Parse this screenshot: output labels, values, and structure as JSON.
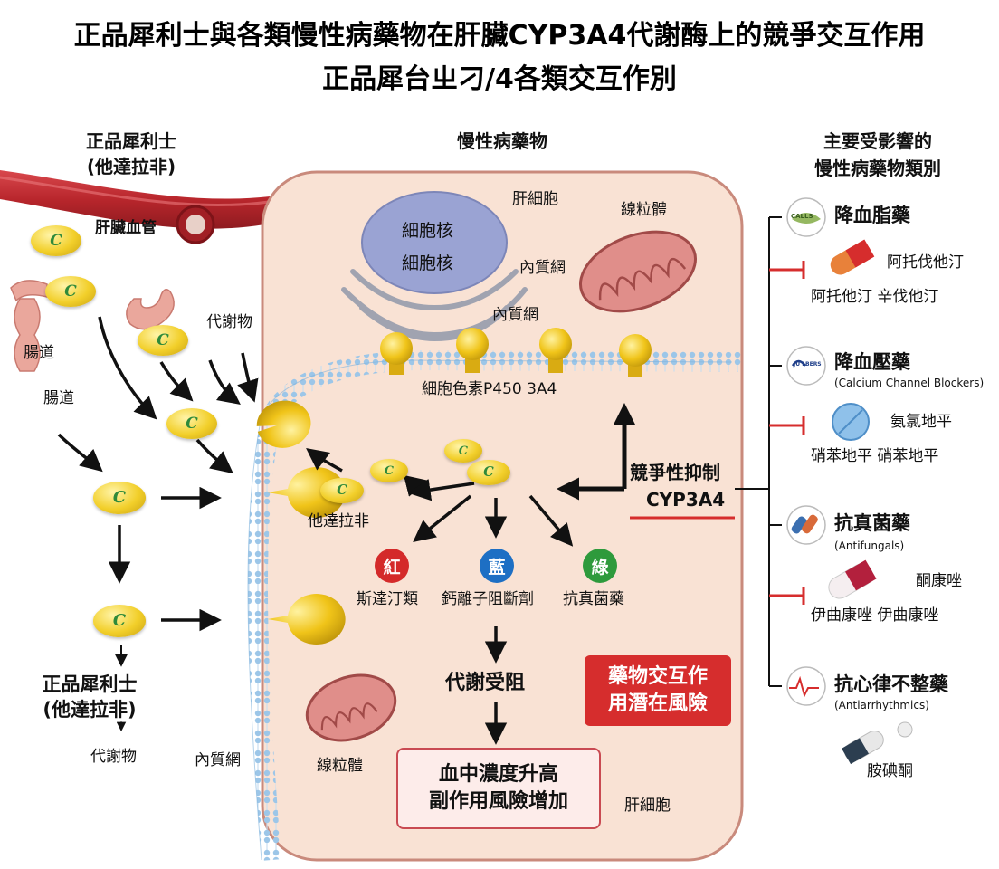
{
  "title": {
    "line1": "正品犀利士與各類慢性病藥物在肝臟CYP3A4代謝酶上的競爭交互作用",
    "line2": "正品犀台ㄓ刁/4各類交互作別"
  },
  "left": {
    "header_line1": "正品犀利士",
    "header_line2": "(他達拉非)",
    "vessel_label": "肝臟血管",
    "intestine_label1": "腸道",
    "intestine_label2": "腸道",
    "metabolite_label": "代謝物",
    "bottom_line1": "正品犀利士",
    "bottom_line2": "(他達拉非)",
    "bottom_metabolite": "代謝物",
    "bottom_er": "內質網",
    "pill_letter": "C"
  },
  "center": {
    "header": "慢性病藥物",
    "cell_label_top": "肝細胞",
    "nucleus_line1": "細胞核",
    "nucleus_line2": "細胞核",
    "er_label1": "內質網",
    "er_label2": "內質網",
    "mito_label_top": "線粒體",
    "enzyme_label": "細胞色素P450 3A4",
    "inhibition_line1": "競爭性抑制",
    "inhibition_line2": "CYP3A4",
    "tadalafil_label": "他達拉非",
    "badges": [
      {
        "glyph": "紅",
        "label": "斯達汀類",
        "color": "#d42a2a"
      },
      {
        "glyph": "藍",
        "label": "鈣離子阻斷劑",
        "color": "#1d6fc4"
      },
      {
        "glyph": "綠",
        "label": "抗真菌藥",
        "color": "#2e9a3c"
      }
    ],
    "blocked": "代謝受阻",
    "result_line1": "血中濃度升高",
    "result_line2": "副作用風險增加",
    "risk_line1": "藥物交互作",
    "risk_line2": "用潛在風險",
    "mito_label_bottom": "線粒體",
    "cell_label_bottom": "肝細胞"
  },
  "right": {
    "header_line1": "主要受影響的",
    "header_line2": "慢性病藥物類別",
    "categories": [
      {
        "title": "降血脂藥",
        "subtitle": "",
        "drug_a": "阿托伐他汀",
        "drug_b": "阿托他汀 辛伐他汀",
        "icon_text": "CALLS"
      },
      {
        "title": "降血壓藥",
        "subtitle": "(Calcium Channel Blockers)",
        "drug_a": "氨氯地平",
        "drug_b": "硝苯地平 硝苯地平",
        "icon_text": "JU LBERS"
      },
      {
        "title": "抗真菌藥",
        "subtitle": "(Antifungals)",
        "drug_a": "酮康唑",
        "drug_b": "伊曲康唑 伊曲康唑",
        "icon_text": ""
      },
      {
        "title": "抗心律不整藥",
        "subtitle": "(Antiarrhythmics)",
        "drug_a": "胺碘酮",
        "drug_b": "",
        "icon_text": ""
      }
    ]
  },
  "colors": {
    "pill": "#f2cf2a",
    "pill_letter": "#2f8a3a",
    "enzyme": "#f0c419",
    "cell_fill": "#f9e2d4",
    "cell_border": "#c98a7c",
    "vessel": "#b8262c",
    "accent_red": "#d62d2d"
  }
}
